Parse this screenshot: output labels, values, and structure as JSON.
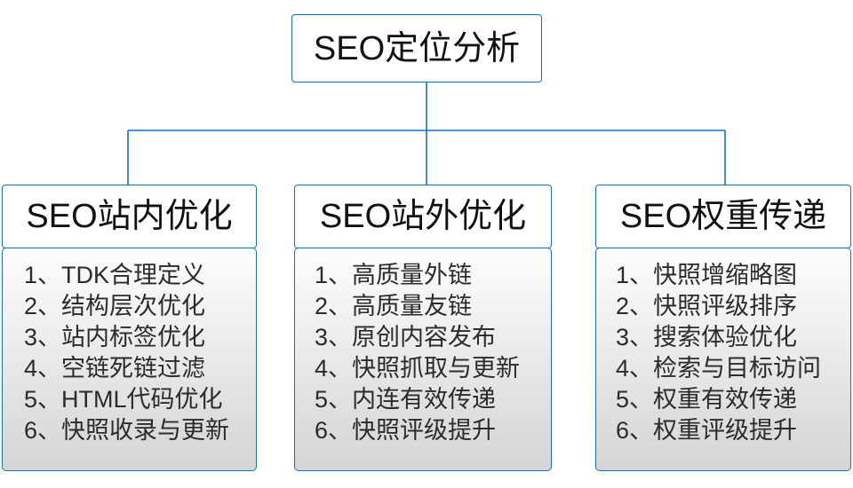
{
  "diagram": {
    "type": "org-chart",
    "title": "SEO定位分析",
    "colors": {
      "border": "#1270c0",
      "root_fill": "#ffffff",
      "body_fill_top": "#fdfdfd",
      "body_fill_bottom": "#d6d6d6",
      "text": "#111111",
      "item_text": "#2b2b2b"
    },
    "root": {
      "label": "SEO定位分析"
    },
    "branches": [
      {
        "header": "SEO站内优化",
        "items": [
          "1、TDK合理定义",
          "2、结构层次优化",
          "3、站内标签优化",
          "4、空链死链过滤",
          "5、HTML代码优化",
          "6、快照收录与更新"
        ]
      },
      {
        "header": "SEO站外优化",
        "items": [
          "1、高质量外链",
          "2、高质量友链",
          "3、原创内容发布",
          "4、快照抓取与更新",
          "5、内连有效传递",
          "6、快照评级提升"
        ]
      },
      {
        "header": "SEO权重传递",
        "items": [
          "1、快照增缩略图",
          "2、快照评级排序",
          "3、搜索体验优化",
          "4、检索与目标访问",
          "5、权重有效传递",
          "6、权重评级提升"
        ]
      }
    ]
  }
}
